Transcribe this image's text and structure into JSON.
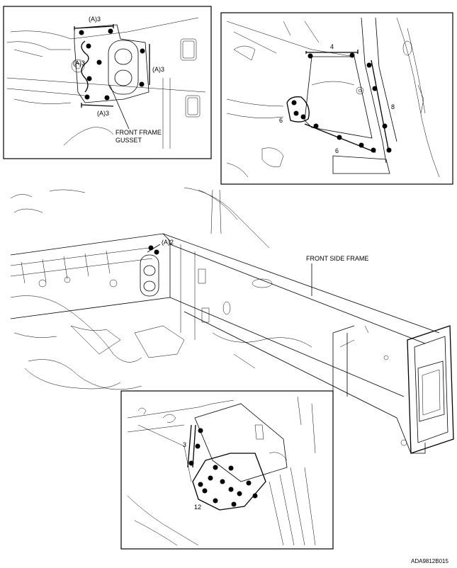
{
  "diagram": {
    "figure_code": "ADA9812B015",
    "labels": {
      "front_frame_gusset_line1": "FRONT FRAME",
      "front_frame_gusset_line2": "GUSSET",
      "front_side_frame": "FRONT SIDE FRAME"
    },
    "inset_top_left": {
      "callouts": [
        "(A)3",
        "(A)3",
        "(A)3",
        "(A)3"
      ]
    },
    "inset_top_right": {
      "callouts": [
        "4",
        "8",
        "6",
        "6"
      ]
    },
    "main_view": {
      "callouts": [
        "(A)2"
      ]
    },
    "inset_bottom": {
      "callouts": [
        "3",
        "12"
      ]
    }
  }
}
